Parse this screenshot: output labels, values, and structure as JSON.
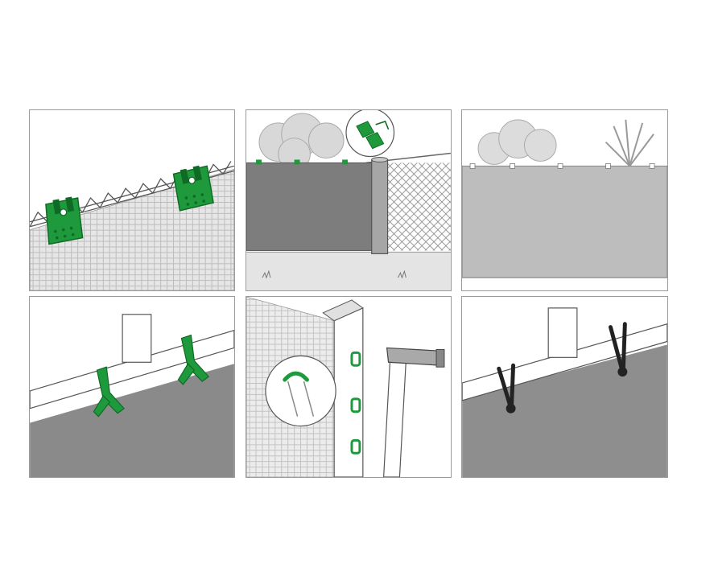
{
  "colors": {
    "clip_green": "#1e9a3c",
    "clip_green_dark": "#0f6a25",
    "screen_gray": "#7d7d7d",
    "screen_light": "#bdbdbd",
    "bungee_black": "#222222",
    "frame_gray": "#9a9a9a"
  },
  "panels": [
    {
      "name": "panel-wire-clips",
      "icons": [
        "green-clip-icon",
        "chain-link-wire-icon"
      ]
    },
    {
      "name": "panel-installed-screen-post",
      "icons": [
        "post-icon",
        "clip-callout-icon"
      ]
    },
    {
      "name": "panel-full-fence-view",
      "icons": [
        "tree-icon",
        "palm-icon"
      ]
    },
    {
      "name": "panel-board-clamps",
      "icons": [
        "clamp-icon",
        "board-post-icon"
      ]
    },
    {
      "name": "panel-staple-hammer",
      "icons": [
        "staple-callout-icon",
        "hammer-icon"
      ]
    },
    {
      "name": "panel-bungee-ties",
      "icons": [
        "bungee-cord-icon",
        "board-post-icon"
      ]
    }
  ]
}
